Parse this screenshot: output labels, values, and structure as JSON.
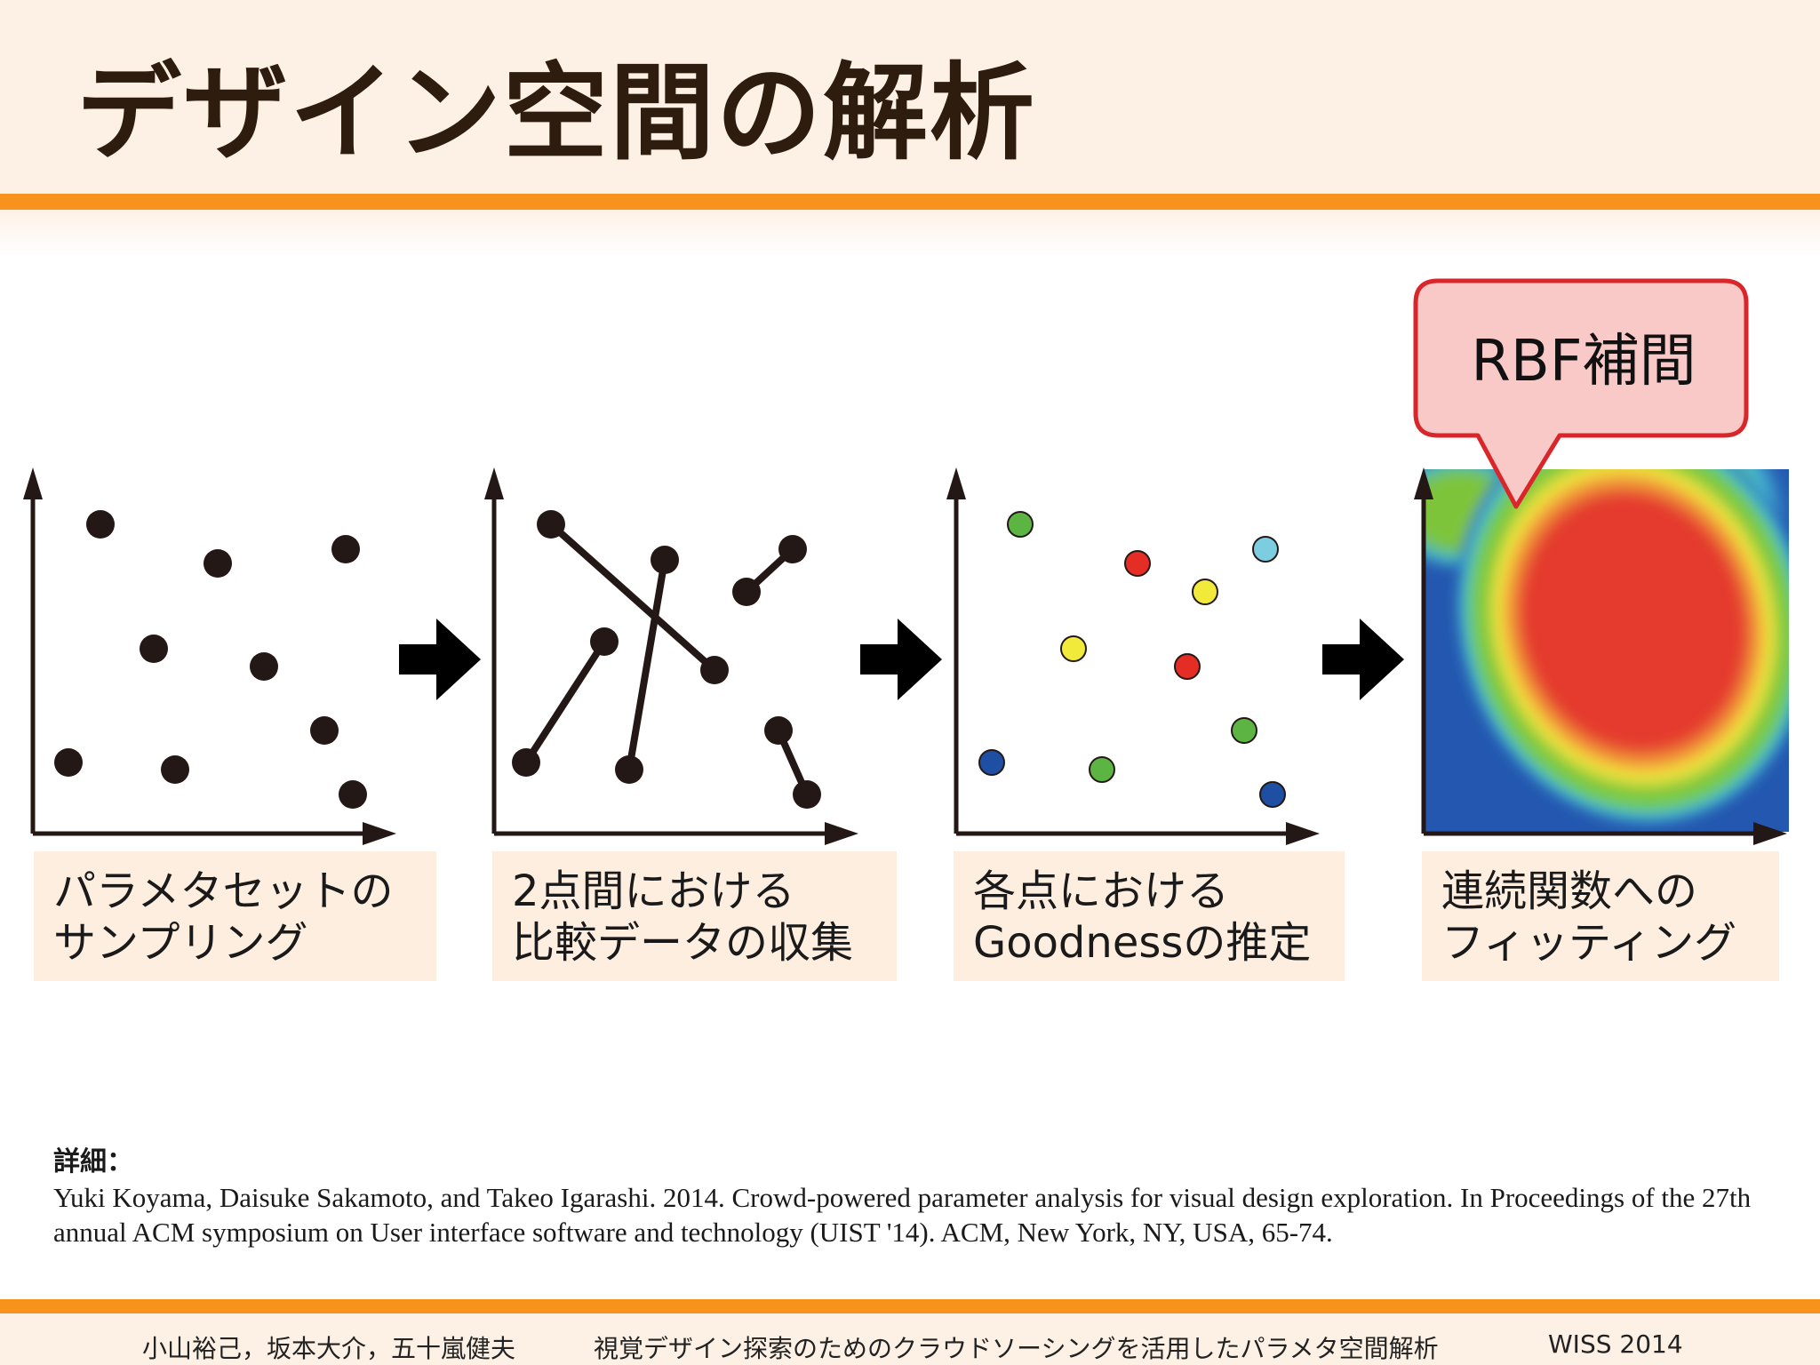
{
  "title": "デザイン空間の解析",
  "panels": [
    {
      "caption": [
        "パラメタセットの",
        "サンプリング"
      ],
      "points": [
        {
          "x": 0.19,
          "y": 0.87
        },
        {
          "x": 0.52,
          "y": 0.76
        },
        {
          "x": 0.88,
          "y": 0.8
        },
        {
          "x": 0.34,
          "y": 0.52
        },
        {
          "x": 0.65,
          "y": 0.47
        },
        {
          "x": 0.82,
          "y": 0.29
        },
        {
          "x": 0.1,
          "y": 0.2
        },
        {
          "x": 0.4,
          "y": 0.18
        },
        {
          "x": 0.9,
          "y": 0.11
        }
      ]
    },
    {
      "caption": [
        "2点間における",
        "比較データの収集"
      ],
      "points": [
        {
          "x": 0.16,
          "y": 0.87
        },
        {
          "x": 0.62,
          "y": 0.46
        },
        {
          "x": 0.48,
          "y": 0.77
        },
        {
          "x": 0.38,
          "y": 0.18
        },
        {
          "x": 0.31,
          "y": 0.54
        },
        {
          "x": 0.09,
          "y": 0.2
        },
        {
          "x": 0.84,
          "y": 0.8
        },
        {
          "x": 0.71,
          "y": 0.68
        },
        {
          "x": 0.8,
          "y": 0.29
        },
        {
          "x": 0.88,
          "y": 0.11
        }
      ],
      "pairs": [
        [
          0,
          1
        ],
        [
          2,
          3
        ],
        [
          4,
          5
        ],
        [
          6,
          7
        ],
        [
          8,
          9
        ]
      ]
    },
    {
      "caption": [
        "各点における",
        "Goodnessの推定"
      ],
      "points": [
        {
          "x": 0.18,
          "y": 0.87,
          "color": "#5cb543"
        },
        {
          "x": 0.51,
          "y": 0.76,
          "color": "#e42d25"
        },
        {
          "x": 0.87,
          "y": 0.8,
          "color": "#7ccde0"
        },
        {
          "x": 0.7,
          "y": 0.68,
          "color": "#f1ea3b"
        },
        {
          "x": 0.33,
          "y": 0.52,
          "color": "#f1ea3b"
        },
        {
          "x": 0.65,
          "y": 0.47,
          "color": "#e42d25"
        },
        {
          "x": 0.81,
          "y": 0.29,
          "color": "#5cb543"
        },
        {
          "x": 0.1,
          "y": 0.2,
          "color": "#1f4fa3"
        },
        {
          "x": 0.41,
          "y": 0.18,
          "color": "#5cb543"
        },
        {
          "x": 0.89,
          "y": 0.11,
          "color": "#1f4fa3"
        }
      ]
    },
    {
      "caption": [
        "連続関数への",
        "フィッティング"
      ],
      "callout": "RBF補間"
    }
  ],
  "reference": {
    "heading": "詳細：",
    "text": "Yuki Koyama, Daisuke Sakamoto, and Takeo Igarashi. 2014. Crowd-powered parameter analysis for visual design exploration. In Proceedings of the 27th annual ACM symposium on User interface software and technology (UIST '14). ACM, New York, NY, USA, 65-74."
  },
  "footer": {
    "authors": "小山裕己，坂本大介，五十嵐健夫",
    "talk": "視覚デザイン探索のためのクラウドソーシングを活用したパラメタ空間解析",
    "venue": "WISS 2014"
  },
  "colors": {
    "accent": "#f7931d",
    "header_bg": "#fdf1e6",
    "caption_bg": "#fdeee0",
    "callout_fill": "#f9c9c8",
    "callout_stroke": "#d8262a",
    "heatmap_low": "#2458b0",
    "heatmap_high": "#e43b2f"
  }
}
